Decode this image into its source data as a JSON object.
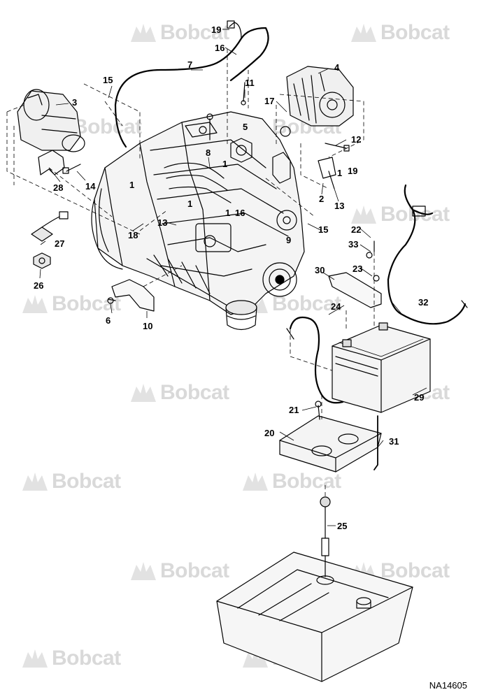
{
  "watermark": {
    "brand": "Bobcat"
  },
  "figure_id": "NA14605",
  "callouts": [
    "1",
    "2",
    "3",
    "4",
    "5",
    "6",
    "7",
    "8",
    "9",
    "10",
    "11",
    "12",
    "13",
    "14",
    "15",
    "16",
    "17",
    "18",
    "19",
    "20",
    "21",
    "22",
    "23",
    "24",
    "25",
    "26",
    "27",
    "28",
    "29",
    "30",
    "31",
    "32",
    "33"
  ]
}
